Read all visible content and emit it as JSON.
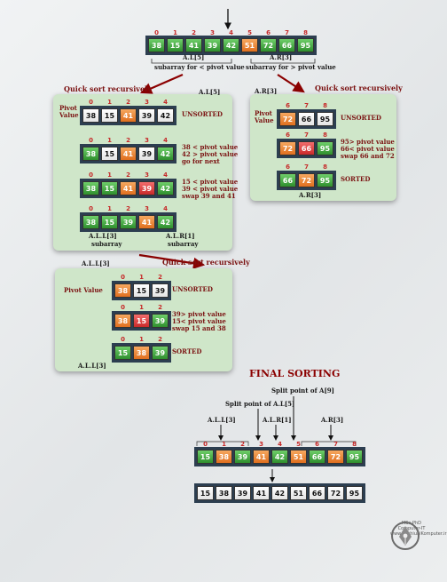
{
  "main_array": {
    "indices": [
      "0",
      "1",
      "2",
      "3",
      "4",
      "5",
      "6",
      "7",
      "8"
    ],
    "values": [
      "38",
      "15",
      "41",
      "39",
      "42",
      "51",
      "72",
      "66",
      "95"
    ],
    "label_left": "A.L[5]",
    "label_right": "A.R[3]",
    "desc_left": "subarray for < pivot value",
    "desc_right": "subarray for > pivot value"
  },
  "headings": {
    "qs1": "Quick sort recursively",
    "qs2": "Quick sort recursively",
    "qs3": "Quick sort recursively",
    "final": "FINAL SORTING"
  },
  "panel_left": {
    "title": "A.L[5]",
    "pivot_label": "Pivot\nValue",
    "steps": [
      {
        "values": [
          "38",
          "15",
          "41",
          "39",
          "42"
        ],
        "colors": [
          "w",
          "w",
          "o",
          "w",
          "w"
        ],
        "note": "UNSORTED"
      },
      {
        "values": [
          "38",
          "15",
          "41",
          "39",
          "42"
        ],
        "colors": [
          "g",
          "w",
          "o",
          "w",
          "g"
        ],
        "note": "38 < pivot value\n42 > pivot value\ngo for next"
      },
      {
        "values": [
          "38",
          "15",
          "41",
          "39",
          "42"
        ],
        "colors": [
          "g",
          "g",
          "o",
          "r",
          "g"
        ],
        "note": "15 < pivot value\n39 < pivot value\nswap 39 and 41"
      },
      {
        "values": [
          "38",
          "15",
          "39",
          "41",
          "42"
        ],
        "colors": [
          "g",
          "g",
          "g",
          "o",
          "g"
        ],
        "note": ""
      }
    ],
    "indices": [
      "0",
      "1",
      "2",
      "3",
      "4"
    ],
    "sub_left": "A.L.L[3]",
    "sub_right": "A.L.R[1]",
    "sub_caption": "subarray"
  },
  "panel_right": {
    "title": "A.R[3]",
    "pivot_label": "Pivot\nValue",
    "indices": [
      "6",
      "7",
      "8"
    ],
    "steps": [
      {
        "values": [
          "72",
          "66",
          "95"
        ],
        "colors": [
          "o",
          "w",
          "w"
        ],
        "note": "UNSORTED"
      },
      {
        "values": [
          "72",
          "66",
          "95"
        ],
        "colors": [
          "o",
          "r",
          "g"
        ],
        "note": "95> pivot value\n66< pivot value\nswap 66 and 72"
      },
      {
        "values": [
          "66",
          "72",
          "95"
        ],
        "colors": [
          "g",
          "o",
          "g"
        ],
        "note": "SORTED"
      }
    ],
    "bottom_label": "A.R[3]"
  },
  "panel_bottom": {
    "title": "A.L.L[3]",
    "pivot_label": "Pivot Value",
    "indices": [
      "0",
      "1",
      "2"
    ],
    "steps": [
      {
        "values": [
          "38",
          "15",
          "39"
        ],
        "colors": [
          "o",
          "w",
          "w"
        ],
        "note": "UNSORTED"
      },
      {
        "values": [
          "38",
          "15",
          "39"
        ],
        "colors": [
          "o",
          "r",
          "g"
        ],
        "note": "39> pivot value\n15< pivot value\nswap 15 and 38"
      },
      {
        "values": [
          "15",
          "38",
          "39"
        ],
        "colors": [
          "g",
          "o",
          "g"
        ],
        "note": "SORTED"
      }
    ],
    "bottom_label": "A.L.L[3]"
  },
  "final": {
    "split_a9": "Split point of A[9]",
    "split_al5": "Split point of A.L[5]",
    "lbl_all3": "A.L.L[3]",
    "lbl_alr1": "A.L.R[1]",
    "lbl_ar3": "A.R[3]",
    "indices": [
      "0",
      "1",
      "2",
      "3",
      "4",
      "5",
      "6",
      "7",
      "8"
    ],
    "values": [
      "15",
      "38",
      "39",
      "41",
      "42",
      "51",
      "66",
      "72",
      "95"
    ],
    "colors": [
      "g",
      "o",
      "g",
      "o",
      "g",
      "o",
      "g",
      "o",
      "g"
    ],
    "sorted": [
      "15",
      "38",
      "39",
      "41",
      "42",
      "51",
      "66",
      "72",
      "95"
    ]
  },
  "logo": {
    "line1": "MSc-PhD Computer-IT",
    "line2": "www.KashiuniKomputer.ir"
  }
}
